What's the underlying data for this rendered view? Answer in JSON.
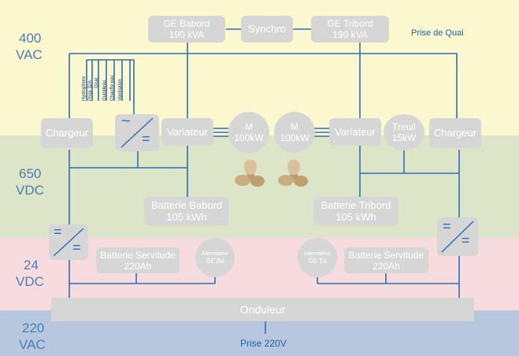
{
  "colors": {
    "band_400": "#fbf7cf",
    "band_650": "#dde5c8",
    "band_24": "#f6dbdf",
    "band_220": "#b7c7de",
    "wire": "#2e6fb8",
    "box": "#d6d6d6"
  },
  "voltages": {
    "v400": {
      "value": "400",
      "unit": "VAC"
    },
    "v650": {
      "value": "650",
      "unit": "VDC"
    },
    "v24": {
      "value": "24",
      "unit": "VDC"
    },
    "v220": {
      "value": "220",
      "unit": "VAC"
    }
  },
  "generators": {
    "babord": {
      "name": "GE Babord",
      "power": "190 kVA"
    },
    "synchro": "Synchro",
    "tribord": {
      "name": "GE Tribord",
      "power": "190 kVA"
    }
  },
  "shore_power": "Prise de Quai",
  "loads": [
    "Hydrophore",
    "Prise 32A",
    "Grue",
    "Guindeau",
    "Chauffe eau",
    "Ventilation"
  ],
  "converters": {
    "ac_dc_symbol_top": "~",
    "ac_dc_symbol_bottom": "=",
    "dc_dc_symbol": "="
  },
  "chargers": {
    "left": "Chargeur",
    "right": "Chargeur"
  },
  "variators": {
    "left": "Variateur",
    "right": "Variateur"
  },
  "motors": {
    "left": {
      "name": "M",
      "power": "100kW"
    },
    "right": {
      "name": "M",
      "power": "100kW"
    }
  },
  "winch": {
    "name": "Treuil",
    "power": "15kW"
  },
  "batteries_main": {
    "babord": {
      "name": "Batterie Babord",
      "capacity": "105 kWh"
    },
    "tribord": {
      "name": "Batterie Tribord",
      "capacity": "105 kWh"
    }
  },
  "batteries_service": {
    "left": {
      "name": "Batterie Servitude",
      "capacity": "220Ah"
    },
    "right": {
      "name": "Batterie Servitude",
      "capacity": "220Ah"
    }
  },
  "alternators": {
    "left": {
      "name": "Alternateur",
      "sub": "GE Bd"
    },
    "right": {
      "name": "Alternateur",
      "sub": "GE Td"
    }
  },
  "inverter": "Onduleur",
  "outlet": "Prise 220V"
}
